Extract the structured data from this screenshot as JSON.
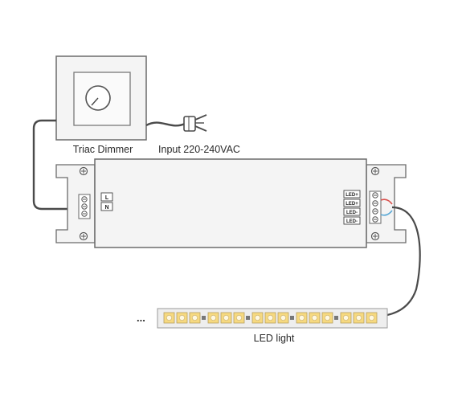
{
  "labels": {
    "dimmer": "Triac Dimmer",
    "input": "Input 220-240VAC",
    "led_light": "LED light",
    "ellipsis": "..."
  },
  "left_terminals": [
    "L",
    "N"
  ],
  "right_terminals": [
    "LED+",
    "LED+",
    "LED-",
    "LED-"
  ],
  "colors": {
    "outline": "#6b6b6b",
    "box_fill": "#f4f4f4",
    "cable": "#4a4a4a",
    "wire_red": "#d9534f",
    "wire_blue": "#5aa9d6",
    "strip_fill": "#eeeeee",
    "led_chip": "#f6d980"
  }
}
